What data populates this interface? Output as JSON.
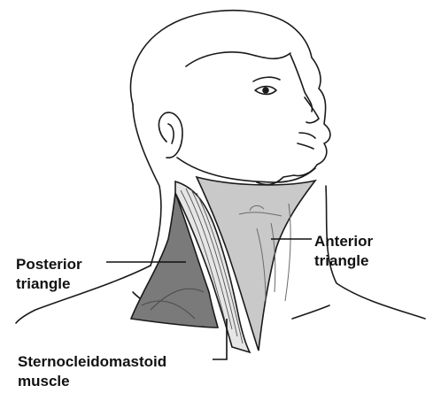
{
  "labels": {
    "posterior_triangle": {
      "line1": "Posterior",
      "line2": "triangle"
    },
    "anterior_triangle": {
      "line1": "Anterior",
      "line2": "triangle"
    },
    "sternocleidomastoid": {
      "line1": "Sternocleidomastoid",
      "line2": "muscle"
    }
  },
  "colors": {
    "outline": "#1a1a1a",
    "skin": "#ffffff",
    "anterior_fill": "#c9c9c9",
    "posterior_fill": "#7a7a7a",
    "muscle_fill": "#e6e6e6"
  }
}
